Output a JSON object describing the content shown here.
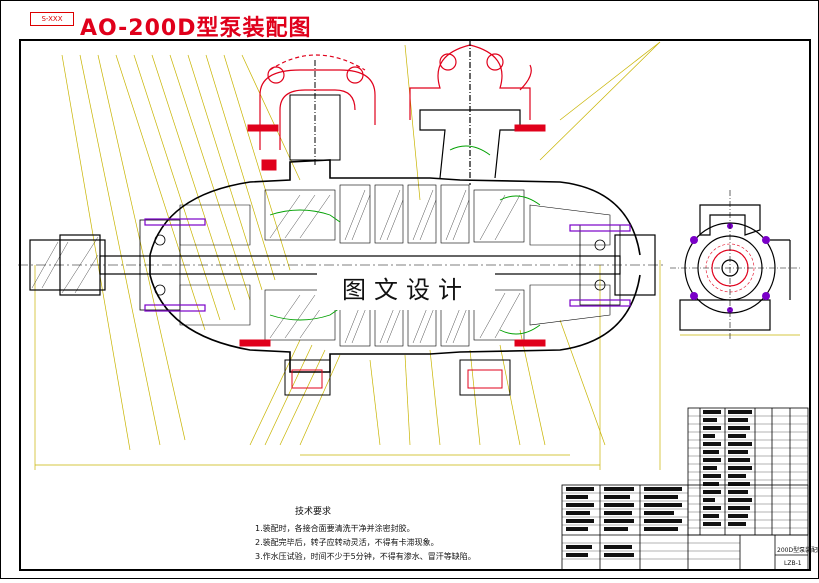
{
  "drawing": {
    "title": "AO-200D型泵装配图",
    "corner_tag": "S-XXX",
    "watermark": "图文设计",
    "technical_requirements": {
      "title": "技术要求",
      "items": [
        "1.装配时，各接合面要清洗干净并涂密封胶。",
        "2.装配完毕后，转子应转动灵活，不得有卡滞现象。",
        "3.作水压试验，时间不少于5分钟，不得有渗水、冒汗等缺陷。"
      ]
    },
    "title_block": {
      "name": "200D型泵装配图",
      "code": "LZB-1"
    }
  },
  "colors": {
    "outline": "#000000",
    "accent_red": "#e0001b",
    "centerline_green": "#00a000",
    "bolt_purple": "#7a00c8",
    "dimension_yellow": "#c8b400"
  }
}
